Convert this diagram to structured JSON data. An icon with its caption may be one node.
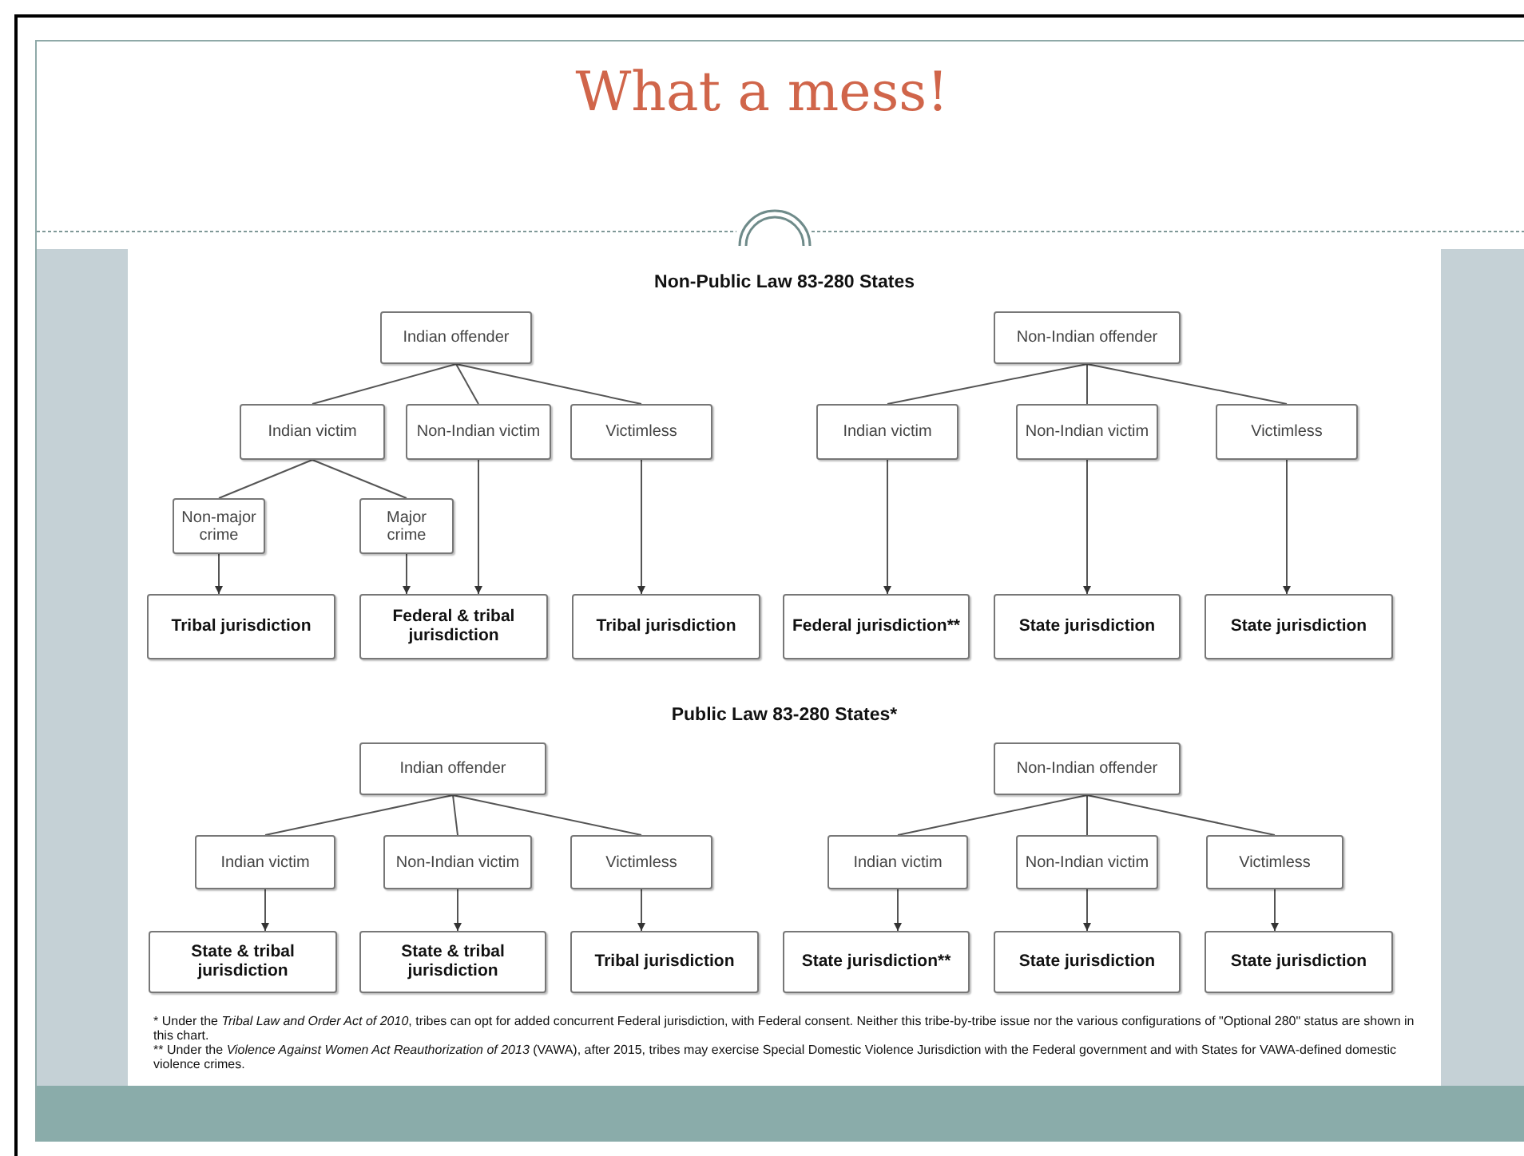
{
  "diagram": {
    "title": "What a mess!",
    "nodes": [
      {
        "text": [
          "Indian offender"
        ]
      },
      {
        "text": [
          "Indian victim"
        ]
      },
      {
        "text": [
          "Non-Indian victim"
        ]
      },
      {
        "text": [
          "Victimless"
        ]
      },
      {
        "text": [
          "Non-major crime"
        ]
      },
      {
        "text": [
          "Major crime"
        ]
      },
      {
        "text": [
          "Tribal jurisdiction"
        ]
      },
      {
        "text": [
          "Federal & tribal jurisdiction"
        ]
      },
      {
        "text": [
          "Tribal jurisdiction"
        ]
      },
      {
        "text": [
          "Non-Indian offender"
        ]
      },
      {
        "text": [
          "Indian victim"
        ]
      },
      {
        "text": [
          "Non-Indian victim"
        ]
      },
      {
        "text": [
          "Victimless"
        ]
      },
      {
        "text": [
          "Federal jurisdiction**"
        ]
      },
      {
        "text": [
          "State jurisdiction"
        ]
      },
      {
        "text": [
          "State jurisdiction"
        ]
      },
      {
        "text": [
          "Indian offender"
        ]
      },
      {
        "text": [
          "Indian victim"
        ]
      },
      {
        "text": [
          "Non-Indian victim"
        ]
      },
      {
        "text": [
          "Victimless"
        ]
      },
      {
        "text": [
          "State & tribal jurisdiction"
        ]
      },
      {
        "text": [
          "State & tribal jurisdiction"
        ]
      },
      {
        "text": [
          "Tribal jurisdiction"
        ]
      },
      {
        "text": [
          "Non-Indian offender"
        ]
      },
      {
        "text": [
          "Indian victim"
        ]
      },
      {
        "text": [
          "Non-Indian victim"
        ]
      },
      {
        "text": [
          "Victimless"
        ]
      },
      {
        "text": [
          "State jurisdiction**"
        ]
      },
      {
        "text": [
          "State jurisdiction"
        ]
      },
      {
        "text": [
          "State jurisdiction"
        ]
      }
    ],
    "edges": [
      {
        "from": 0,
        "to": 1,
        "arrow": "none"
      },
      {
        "from": 0,
        "to": 2,
        "arrow": "none"
      },
      {
        "from": 0,
        "to": 3,
        "arrow": "none"
      },
      {
        "from": 1,
        "to": 4,
        "arrow": "none"
      },
      {
        "from": 1,
        "to": 5,
        "arrow": "none"
      },
      {
        "from": 4,
        "to": 6,
        "arrow": "to"
      },
      {
        "from": 5,
        "to": 7,
        "arrow": "to"
      },
      {
        "from": 2,
        "to": 7,
        "arrow": "to"
      },
      {
        "from": 3,
        "to": 8,
        "arrow": "to"
      },
      {
        "from": 9,
        "to": 10,
        "arrow": "none"
      },
      {
        "from": 9,
        "to": 11,
        "arrow": "none"
      },
      {
        "from": 9,
        "to": 12,
        "arrow": "none"
      },
      {
        "from": 10,
        "to": 13,
        "arrow": "to"
      },
      {
        "from": 11,
        "to": 14,
        "arrow": "to"
      },
      {
        "from": 12,
        "to": 15,
        "arrow": "to"
      },
      {
        "from": 16,
        "to": 17,
        "arrow": "none"
      },
      {
        "from": 16,
        "to": 18,
        "arrow": "none"
      },
      {
        "from": 16,
        "to": 19,
        "arrow": "none"
      },
      {
        "from": 17,
        "to": 20,
        "arrow": "to"
      },
      {
        "from": 18,
        "to": 21,
        "arrow": "to"
      },
      {
        "from": 19,
        "to": 22,
        "arrow": "to"
      },
      {
        "from": 23,
        "to": 24,
        "arrow": "none"
      },
      {
        "from": 23,
        "to": 25,
        "arrow": "none"
      },
      {
        "from": 23,
        "to": 26,
        "arrow": "none"
      },
      {
        "from": 24,
        "to": 27,
        "arrow": "to"
      },
      {
        "from": 25,
        "to": 28,
        "arrow": "to"
      },
      {
        "from": 26,
        "to": 29,
        "arrow": "to"
      }
    ],
    "labels": [
      "Non-Public Law 83-280 States",
      "Public Law 83-280 States*",
      "* Under the *Tribal Law and Order Act of 2010*, tribes can opt for added concurrent Federal jurisdiction, with Federal consent. Neither this tribe-by-tribe issue nor the various configurations of \"Optional 280\" status are shown in this chart.",
      "** Under the *Violence Against Women Act Reauthorization of 2013* (VAWA), after 2015, tribes may exercise Special Domestic Violence Jurisdiction with the Federal government and with States for VAWA-defined domestic violence crimes."
    ]
  }
}
